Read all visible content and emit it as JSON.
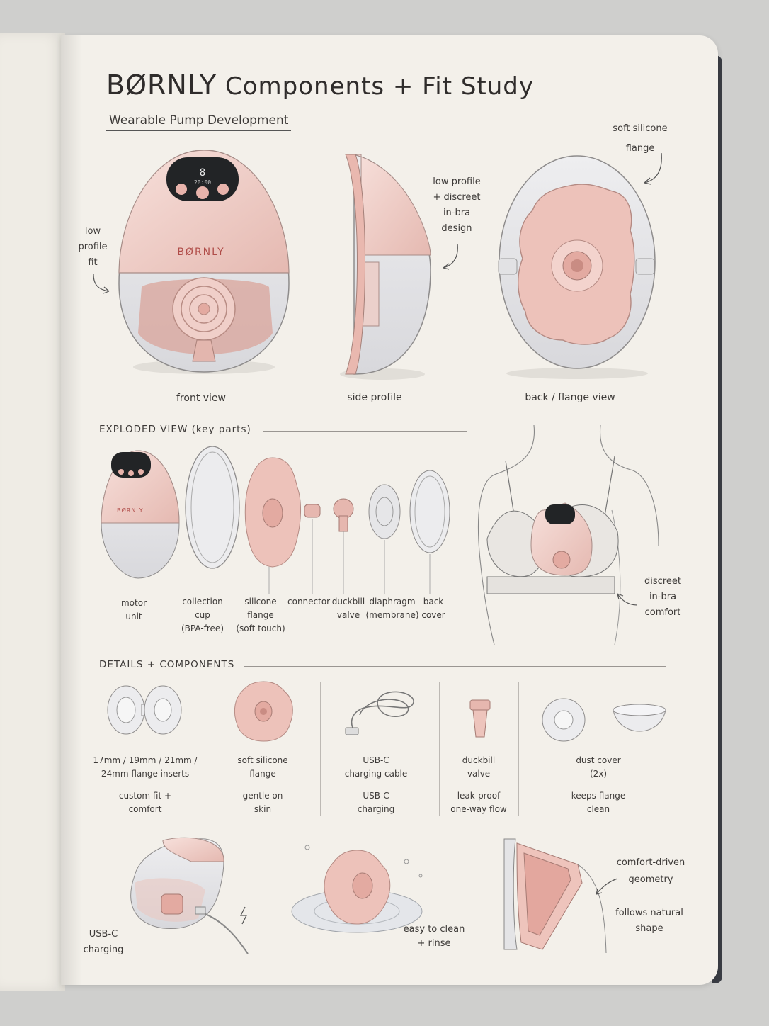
{
  "header": {
    "brand": "BØRNLY",
    "title_rest": "Components + Fit Study",
    "subtitle": "Wearable Pump Development"
  },
  "device": {
    "display_digit": "8",
    "display_time": "20:00",
    "brand_label": "BØRNLY"
  },
  "top_views": {
    "front_caption": "front view",
    "side_caption": "side profile",
    "back_caption": "back / flange view",
    "note_low_profile_fit": [
      "low",
      "profile",
      "fit"
    ],
    "note_low_profile_design": [
      "low profile",
      "+ discreet",
      "in-bra",
      "design"
    ],
    "note_soft_flange": [
      "soft silicone",
      "flange"
    ]
  },
  "exploded": {
    "heading": "EXPLODED VIEW (key parts)",
    "parts": [
      {
        "lines": [
          "motor",
          "unit"
        ]
      },
      {
        "lines": [
          "collection",
          "cup",
          "(BPA-free)"
        ]
      },
      {
        "lines": [
          "silicone",
          "flange",
          "(soft touch)"
        ]
      },
      {
        "lines": [
          "connector"
        ]
      },
      {
        "lines": [
          "duckbill",
          "valve"
        ]
      },
      {
        "lines": [
          "diaphragm",
          "(membrane)"
        ]
      },
      {
        "lines": [
          "back",
          "cover"
        ]
      }
    ],
    "note_discreet": [
      "discreet",
      "in-bra",
      "comfort"
    ]
  },
  "details": {
    "heading": "DETAILS + COMPONENTS",
    "items": [
      {
        "title": [
          "17mm / 19mm / 21mm /",
          "24mm flange inserts"
        ],
        "sub": [
          "custom fit +",
          "comfort"
        ]
      },
      {
        "title": [
          "soft silicone",
          "flange"
        ],
        "sub": [
          "gentle on",
          "skin"
        ]
      },
      {
        "title": [
          "USB-C",
          "charging cable"
        ],
        "sub": [
          "USB-C",
          "charging"
        ]
      },
      {
        "title": [
          "duckbill",
          "valve"
        ],
        "sub": [
          "leak-proof",
          "one-way flow"
        ]
      },
      {
        "title": [
          "dust cover",
          "(2x)"
        ],
        "sub": [
          "keeps flange",
          "clean"
        ]
      }
    ]
  },
  "bottom": {
    "charging": [
      "USB-C",
      "charging"
    ],
    "clean": [
      "easy to clean",
      "+ rinse"
    ],
    "geometry": [
      "comfort-driven",
      "geometry"
    ],
    "shape": [
      "follows natural",
      "shape"
    ],
    "mini_brand": "BØRNLY"
  },
  "colors": {
    "paper": "#f3f0ea",
    "ink": "#3d3a38",
    "blush": "#f0cfc9",
    "blush_dark": "#d9a49b",
    "clear": "#e7e7e9",
    "cover": "#3a3d44"
  }
}
